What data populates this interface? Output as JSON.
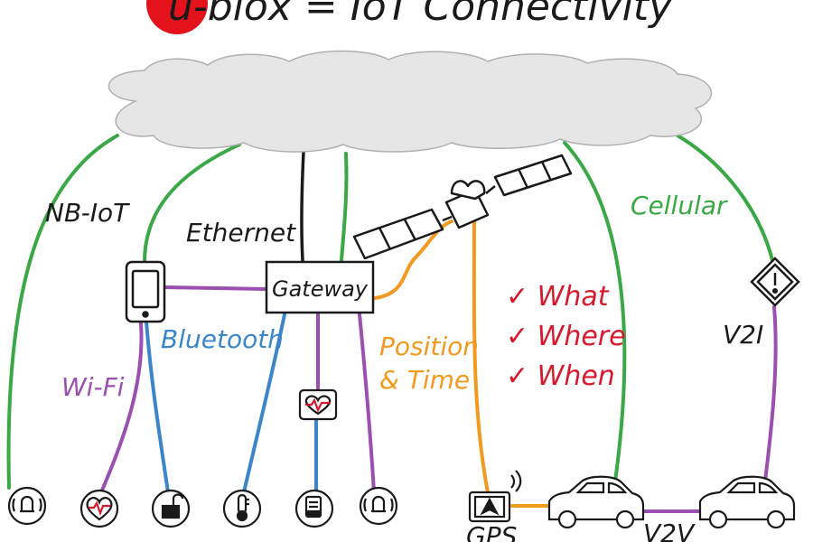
{
  "title": {
    "brand": "u-blox",
    "text": "u-blox = IoT Connectivity"
  },
  "labels": {
    "nb_iot": "NB-IoT",
    "ethernet": "Ethernet",
    "cellular": "Cellular",
    "gateway": "Gateway",
    "bluetooth": "Bluetooth",
    "wifi": "Wi-Fi",
    "position_line1": "Position",
    "position_line2": "& Time",
    "check_what": "✓ What",
    "check_where": "✓ Where",
    "check_when": "✓ When",
    "v2i": "V2I",
    "v2v": "V2V",
    "gps": "GPS"
  },
  "colors": {
    "ink": "#1a1a1a",
    "cellular_green": "#3aa845",
    "wifi_purple": "#9b4fb0",
    "bluetooth_blue": "#3a86c8",
    "position_orange": "#f19a1f",
    "check_red": "#d7192e",
    "brand_red": "#e3121b"
  },
  "icons": [
    "cloud-icon",
    "satellite-icon",
    "smartphone-icon",
    "gateway-box",
    "heart-monitor-icon",
    "warning-sign-icon",
    "alarm-icon",
    "heart-icon",
    "unlock-icon",
    "thermometer-icon",
    "meter-icon",
    "gps-device-icon",
    "car-icon"
  ]
}
